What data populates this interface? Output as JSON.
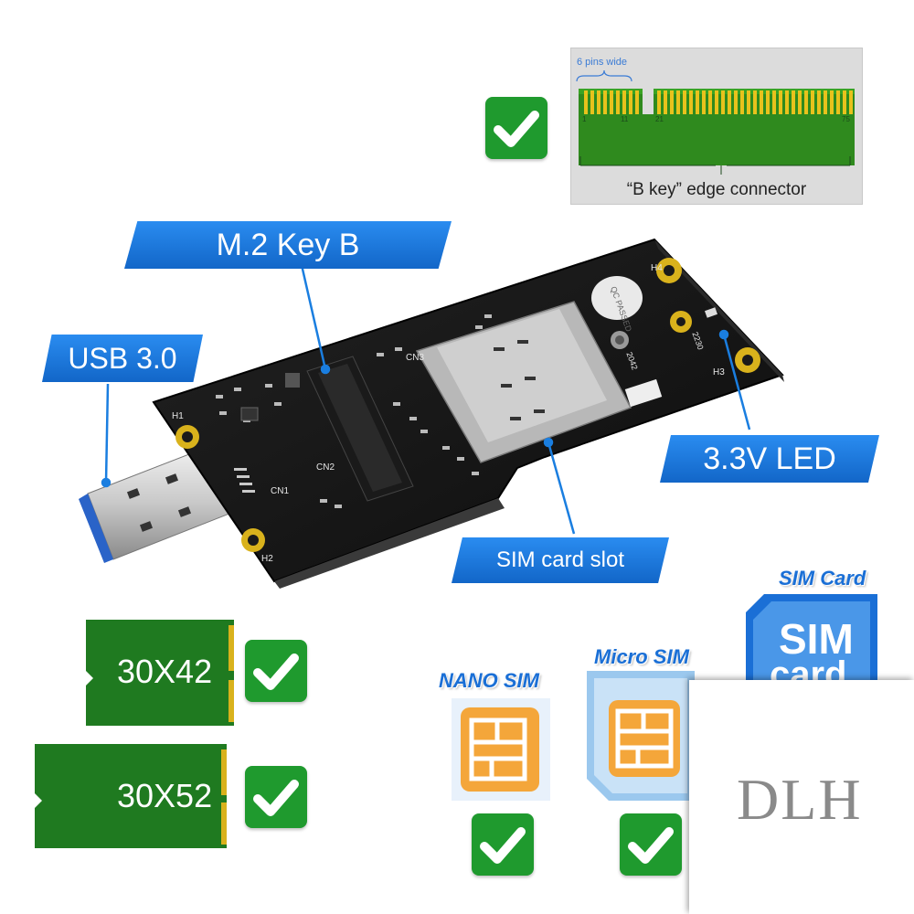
{
  "callouts": {
    "m2_key_b": "M.2 Key B",
    "usb": "USB 3.0",
    "led": "3.3V LED",
    "sim_slot": "SIM card slot"
  },
  "edge_connector": {
    "pins_note": "6 pins wide",
    "caption": "“B key”  edge connector",
    "pin_labels": [
      "1",
      "11",
      "21",
      "75"
    ]
  },
  "board_silkscreen": {
    "h1": "H1",
    "h2": "H2",
    "h3": "H3",
    "h4": "H4",
    "cn1": "CN1",
    "cn2": "CN2",
    "cn3": "CN3",
    "qc": "QC PASSED",
    "size_a": "2042",
    "size_b": "2230"
  },
  "module_sizes": [
    "30X42",
    "30X52"
  ],
  "sim_types": {
    "nano": "NANO SIM",
    "micro": "Micro SIM",
    "standard_header": "SIM Card",
    "standard_line1": "SIM",
    "standard_line2": "card"
  },
  "watermark": "DLH",
  "colors": {
    "callout_blue": "#1a7ee0",
    "check_green": "#1f9a2e",
    "pcb_black": "#141414",
    "module_green": "#1f7a20",
    "gold": "#d9b21c"
  }
}
